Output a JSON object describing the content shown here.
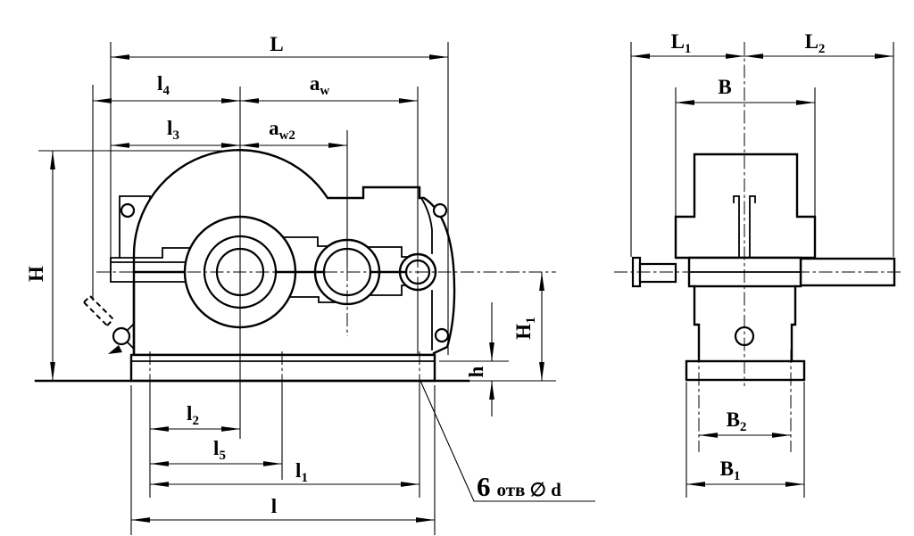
{
  "drawing": {
    "kind": "gear-reducer dimension drawing",
    "views": {
      "front": "front view",
      "side": "side view"
    }
  },
  "dims": {
    "L": {
      "base": "L",
      "sub": ""
    },
    "l4": {
      "base": "l",
      "sub": "4"
    },
    "aw": {
      "base": "a",
      "sub": "w"
    },
    "l3": {
      "base": "l",
      "sub": "3"
    },
    "aw2": {
      "base": "a",
      "sub": "w2"
    },
    "H": {
      "base": "H",
      "sub": ""
    },
    "H1": {
      "base": "H",
      "sub": "1"
    },
    "h": {
      "base": "h",
      "sub": ""
    },
    "l2": {
      "base": "l",
      "sub": "2"
    },
    "l5": {
      "base": "l",
      "sub": "5"
    },
    "l1": {
      "base": "l",
      "sub": "1"
    },
    "l": {
      "base": "l",
      "sub": ""
    },
    "L1": {
      "base": "L",
      "sub": "1"
    },
    "L2": {
      "base": "L",
      "sub": "2"
    },
    "B": {
      "base": "B",
      "sub": ""
    },
    "B2": {
      "base": "B",
      "sub": "2"
    },
    "B1": {
      "base": "B",
      "sub": "1"
    }
  },
  "note": {
    "count": "6",
    "rest": "отв ∅ d"
  },
  "colors": {
    "ink": "#000000",
    "paper": "#ffffff"
  }
}
